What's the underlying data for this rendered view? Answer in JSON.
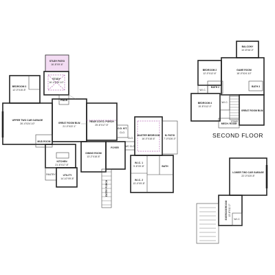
{
  "first_floor": {
    "rooms": {
      "study_patio": {
        "name": "STUDY PATIO",
        "size": "16'-8\"X9'-6\""
      },
      "study": {
        "name": "STUDY",
        "size": "16'-4\"X15'-10\""
      },
      "bedroom3": {
        "name": "BEDROOM 3",
        "size": "12'-0\"X15'-8\""
      },
      "pwdr": {
        "name": "PWDR"
      },
      "upper_garage": {
        "name": "UPPER TWO CAR GARAGE",
        "size": "26'-4\"X24'-10\""
      },
      "great_room": {
        "name": "GREAT ROOM BLW.",
        "size": "21'-0\"X22'-1\""
      },
      "rear_porch": {
        "name": "REAR COV'D. PORCH",
        "size": "25'-6\"X17'-5\""
      },
      "o_kit": {
        "name": "O.D. KIT."
      },
      "clo1": {
        "name": "CLO."
      },
      "clo2": {
        "name": "CLO."
      },
      "wc_clo": {
        "name": "W/C CLO."
      },
      "master_bedroom": {
        "name": "MASTER BEDROOM",
        "size": "16'-0\"X18'-6\""
      },
      "m_patio": {
        "name": "M. PATIO",
        "size": "7'-0\"X26'-0\""
      },
      "mud_room": {
        "name": "MUD ROOM"
      },
      "dining_room": {
        "name": "DINING ROOM",
        "size": "13'-2\"X18'-8\""
      },
      "foyer": {
        "name": "FOYER"
      },
      "kitchen": {
        "name": "KITCHEN",
        "size": "21'-6\"X17'-8\""
      },
      "pantry": {
        "name": "PANTRY"
      },
      "utility": {
        "name": "UTILITY",
        "size": "14'-10\"X9'-8\""
      },
      "entry_porch": {
        "name": "ENTRY PORCH"
      },
      "wic1": {
        "name": "W.I.C. 1",
        "size": "9'-8\"X9'-8\""
      },
      "wic2": {
        "name": "W.I.C. 2",
        "size": "13'-4\"X9'-8\""
      },
      "bath": {
        "name": "BATH"
      }
    }
  },
  "second_floor": {
    "title": "SECOND FLOOR",
    "rooms": {
      "balcony": {
        "name": "BALCONY",
        "size": "10'-8\"X6'-0\""
      },
      "bedroom2": {
        "name": "BEDROOM 2",
        "size": "12'-0\"X12'-6\""
      },
      "game_room": {
        "name": "GAME ROOM",
        "size": "18'-0\"X24'-10\""
      },
      "wic": {
        "name": "W.I.C."
      },
      "bath2": {
        "name": "BATH 2"
      },
      "bath3": {
        "name": "BATH 3"
      },
      "stair": {
        "name": "STAIR"
      },
      "bedroom4": {
        "name": "BEDROOM 4",
        "size": "15'-8\"X12'-0\""
      },
      "great_room_blw": {
        "name": "GREAT ROOM BLW."
      },
      "mech_room": {
        "name": "MECH. ROOM"
      },
      "wic4": {
        "name": "W.I.C."
      }
    }
  },
  "lower_level": {
    "rooms": {
      "lower_garage": {
        "name": "LOWER TWO CAR GARAGE",
        "size": "22'-0\"X20'-8\""
      },
      "exercise_room": {
        "name": "EXERCISE/ROOM",
        "size": "13'-8\"X11'-0\""
      },
      "wic": {
        "name": "W.I.C."
      }
    }
  }
}
